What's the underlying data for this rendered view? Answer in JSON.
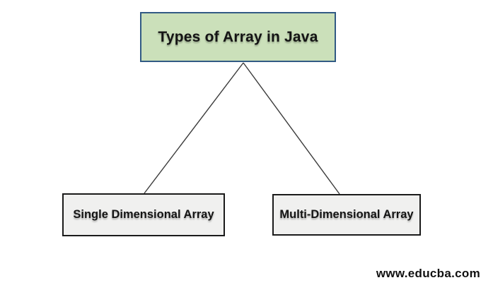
{
  "diagram": {
    "title_node": {
      "label": "Types of Array in Java"
    },
    "children": [
      {
        "label": "Single Dimensional Array"
      },
      {
        "label": "Multi-Dimensional Array"
      }
    ],
    "colors": {
      "root_fill": "#cbe0ba",
      "root_border": "#315a84",
      "child_fill": "#f0f0ef",
      "child_border": "#1a1a1a",
      "connector": "#3b3b3b",
      "text": "#141414"
    }
  },
  "watermark": {
    "text": "www.educba.com"
  }
}
